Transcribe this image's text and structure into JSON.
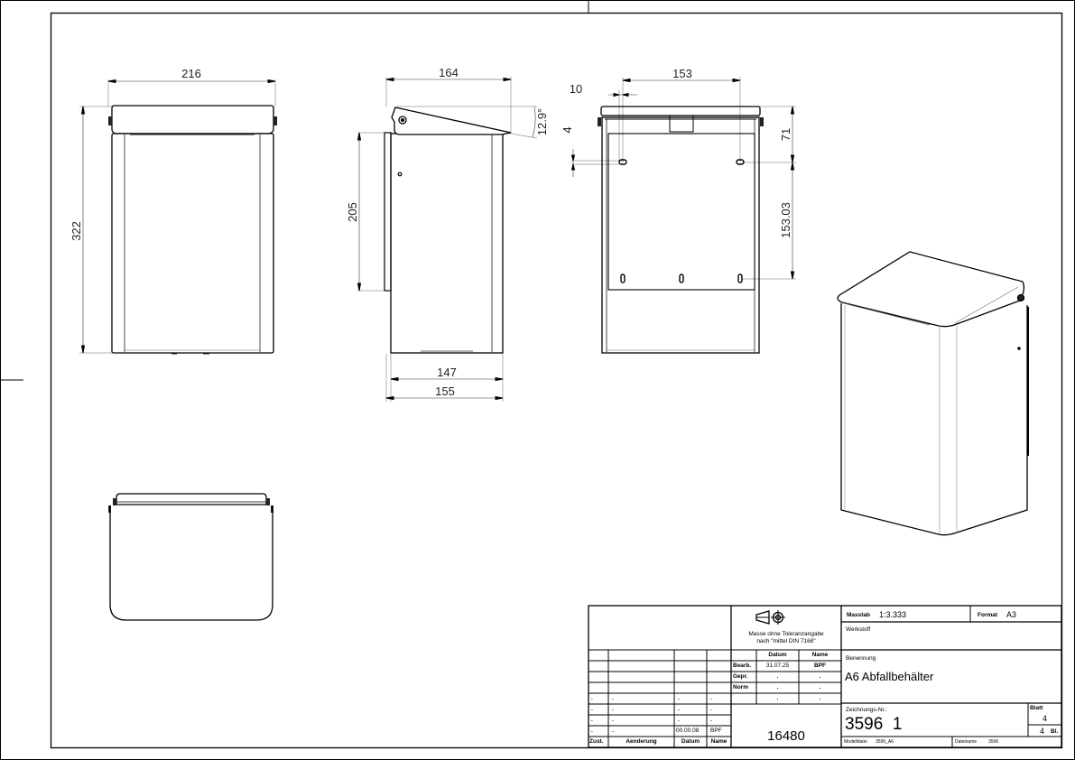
{
  "sheet": {
    "format": "A3",
    "background": "#ffffff",
    "line_color": "#000000"
  },
  "views": {
    "front": {
      "width_dim": "216",
      "height_dim": "322"
    },
    "side": {
      "top_dim": "164",
      "angle_dim": "12.9°",
      "bracket_dim": "205",
      "bottom_inner_dim": "147",
      "bottom_outer_dim": "155"
    },
    "back": {
      "hole_spacing_dim": "153",
      "edge_offset_dim": "10",
      "slot_height_dim": "4",
      "top_offset_dim": "71",
      "vertical_spacing_dim": "153.03"
    },
    "top": {},
    "isometric": {}
  },
  "title_block": {
    "tolerance_note_line1": "Masse ohne Toleranzangabe",
    "tolerance_note_line2": "nach \"mittel DIN 7168\"",
    "projection_symbol": "first-angle-projection-icon",
    "headers": {
      "datum": "Datum",
      "name": "Name"
    },
    "rows": [
      {
        "label": "Bearb.",
        "datum": "31.07.25",
        "name": "BPF"
      },
      {
        "label": "Gepr.",
        "datum": ".",
        "name": "."
      },
      {
        "label": "Norm",
        "datum": ".",
        "name": "."
      },
      {
        "label": "",
        "datum": ".",
        "name": "."
      }
    ],
    "revisions": [
      {
        "zust": ".",
        "aenderung": ".",
        "datum": ".",
        "name": "."
      },
      {
        "zust": ".",
        "aenderung": ".",
        "datum": ".",
        "name": "."
      },
      {
        "zust": ".",
        "aenderung": ".",
        "datum": ".",
        "name": "."
      },
      {
        "zust": ".",
        "aenderung": ".",
        "datum": "00.00.08",
        "name": "BPF"
      }
    ],
    "revision_headers": {
      "zust": "Zust.",
      "aenderung": "Aenderung",
      "datum": "Datum",
      "name": "Name"
    },
    "part_number": "16480",
    "massstab_label": "Masstab",
    "massstab_value": "1:3.333",
    "format_label": "Format",
    "format_value": "A3",
    "werkstoff_label": "Werkstoff",
    "werkstoff_value": "",
    "benennung_label": "Benennung",
    "benennung_value": "A6 Abfallbehälter",
    "zeichnungs_nr_label": "Zeichnungs-Nr.:",
    "zeichnungs_nr_value": "3596  1",
    "blatt_label": "Blatt",
    "blatt_value": "4",
    "blatt_total": "4",
    "blatt_total_label": "Bl.",
    "modelldatei_label": "Modelldatei",
    "modelldatei_value": "3596_A6",
    "dateiname_label": "Dateiname",
    "dateiname_value": "3596"
  }
}
